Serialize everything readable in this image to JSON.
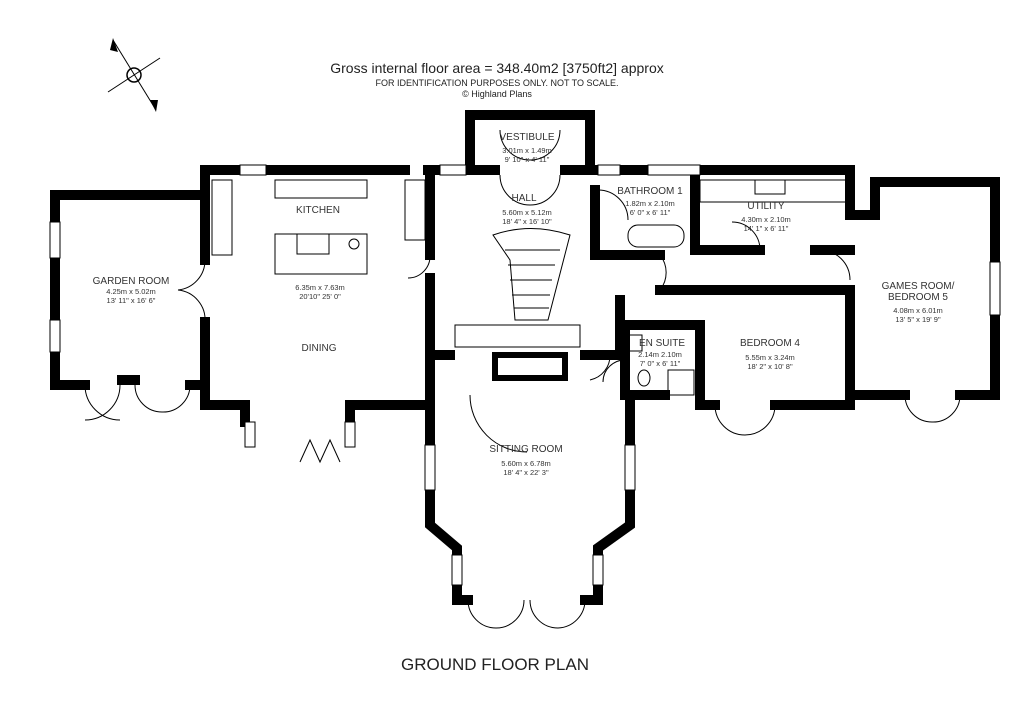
{
  "header": {
    "area_line": "Gross internal floor area = 348.40m2 [3750ft2] approx",
    "disclaimer": "FOR IDENTIFICATION PURPOSES ONLY. NOT TO SCALE.",
    "copyright": "© Highland Plans"
  },
  "plan_title": "GROUND FLOOR PLAN",
  "compass_icon": "north-arrow-compass",
  "rooms": {
    "vestibule": {
      "name": "VESTIBULE",
      "metric": "3.01m x 1.49m",
      "imperial": "9' 10\" x 4' 11\""
    },
    "hall": {
      "name": "HALL",
      "metric": "5.60m x 5.12m",
      "imperial": "18' 4\" x 16' 10\""
    },
    "bathroom": {
      "name": "BATHROOM 1",
      "metric": "1.82m x 2.10m",
      "imperial": "6' 0\" x 6' 11\""
    },
    "utility": {
      "name": "UTILITY",
      "metric": "4.30m x 2.10m",
      "imperial": "14' 1\" x 6' 11\""
    },
    "kitchen": {
      "name": "KITCHEN",
      "metric": "6.35m x 7.63m",
      "imperial": "20'10\" 25' 0\""
    },
    "dining": {
      "name": "DINING"
    },
    "garden_room": {
      "name": "GARDEN ROOM",
      "metric": "4.25m x 5.02m",
      "imperial": "13' 11\" x 16' 6\""
    },
    "games_room": {
      "name_line1": "GAMES ROOM/",
      "name_line2": "BEDROOM 5",
      "metric": "4.08m x 6.01m",
      "imperial": "13' 5\" x 19' 9\""
    },
    "en_suite": {
      "name": "EN SUITE",
      "metric": "2.14m 2.10m",
      "imperial": "7' 0\" x 6' 11\""
    },
    "bedroom4": {
      "name": "BEDROOM 4",
      "metric": "5.55m x 3.24m",
      "imperial": "18' 2\" x 10' 8\""
    },
    "sitting_room": {
      "name": "SITTING ROOM",
      "metric": "5.60m x 6.78m",
      "imperial": "18' 4\" x 22' 3\""
    }
  }
}
